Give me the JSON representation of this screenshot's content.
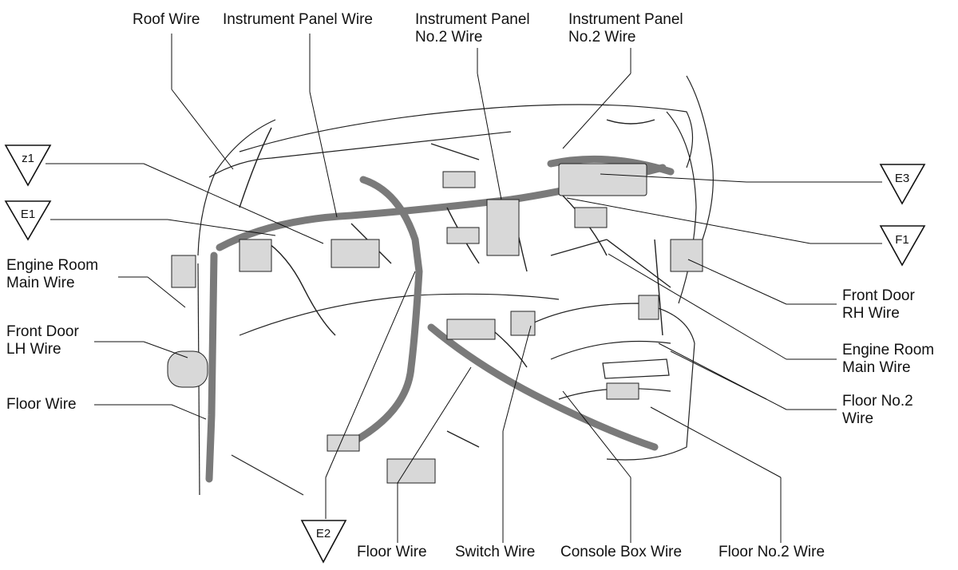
{
  "labels": {
    "roof_wire": "Roof Wire",
    "instrument_panel_wire": "Instrument Panel Wire",
    "ip_no2_a": [
      "Instrument Panel",
      "No.2 Wire"
    ],
    "ip_no2_b": [
      "Instrument Panel",
      "No.2 Wire"
    ],
    "engine_room_main_left": [
      "Engine Room",
      "Main Wire"
    ],
    "front_door_lh": [
      "Front Door",
      "LH Wire"
    ],
    "floor_wire_left": "Floor Wire",
    "front_door_rh": [
      "Front Door",
      "RH Wire"
    ],
    "engine_room_main_right": [
      "Engine Room",
      "Main Wire"
    ],
    "floor_no2_right": [
      "Floor No.2",
      "Wire"
    ],
    "floor_wire_bottom": "Floor Wire",
    "switch_wire": "Switch Wire",
    "console_box_wire": "Console Box Wire",
    "floor_no2_bottom": "Floor No.2 Wire"
  },
  "connectors": {
    "z1": "z1",
    "e1": "E1",
    "e2": "E2",
    "e3": "E3",
    "f1": "F1"
  },
  "colors": {
    "line": "#111111",
    "harness": "#7a7a7a",
    "background": "#ffffff"
  }
}
